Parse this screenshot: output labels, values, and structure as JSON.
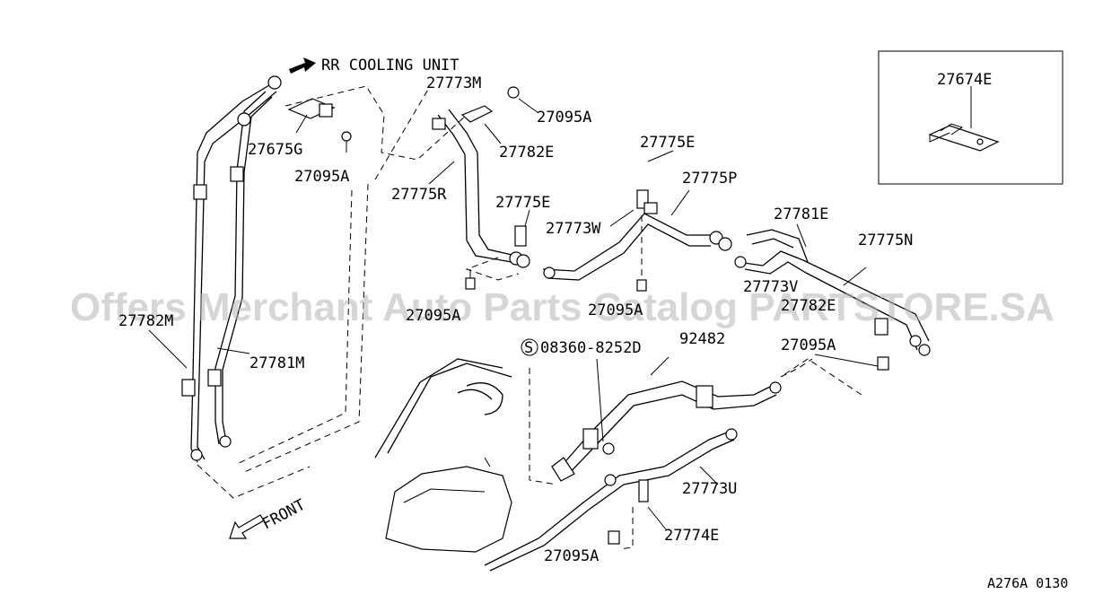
{
  "labels": {
    "rr_cooling_unit": "RR COOLING UNIT",
    "front": "FRONT",
    "p27773M": "27773M",
    "p27095A_top": "27095A",
    "p27675G": "27675G",
    "p27782E": "27782E",
    "p27095A_left": "27095A",
    "p27775R": "27775R",
    "p27775E_mid": "27775E",
    "p27775E_top": "27775E",
    "p27775P": "27775P",
    "p27773W": "27773W",
    "p27781E": "27781E",
    "p27775N": "27775N",
    "p27773V": "27773V",
    "p27782E_right": "27782E",
    "p27095A_center": "27095A",
    "p27095A_mid": "27095A",
    "p27782M": "27782M",
    "p27781M": "27781M",
    "p08360": "08360-8252D",
    "screw_symbol": "S",
    "p92482": "92482",
    "p27095A_right": "27095A",
    "p27773U": "27773U",
    "p27774E": "27774E",
    "p27095A_bottom": "27095A",
    "p27674E_inset": "27674E",
    "ref_code": "A276A 0130"
  },
  "watermark": "Offers Merchant Auto Parts Catalog PARTSTORE.SA",
  "colors": {
    "line": "#000000",
    "background": "#ffffff",
    "watermark": "#b5b5b5"
  }
}
